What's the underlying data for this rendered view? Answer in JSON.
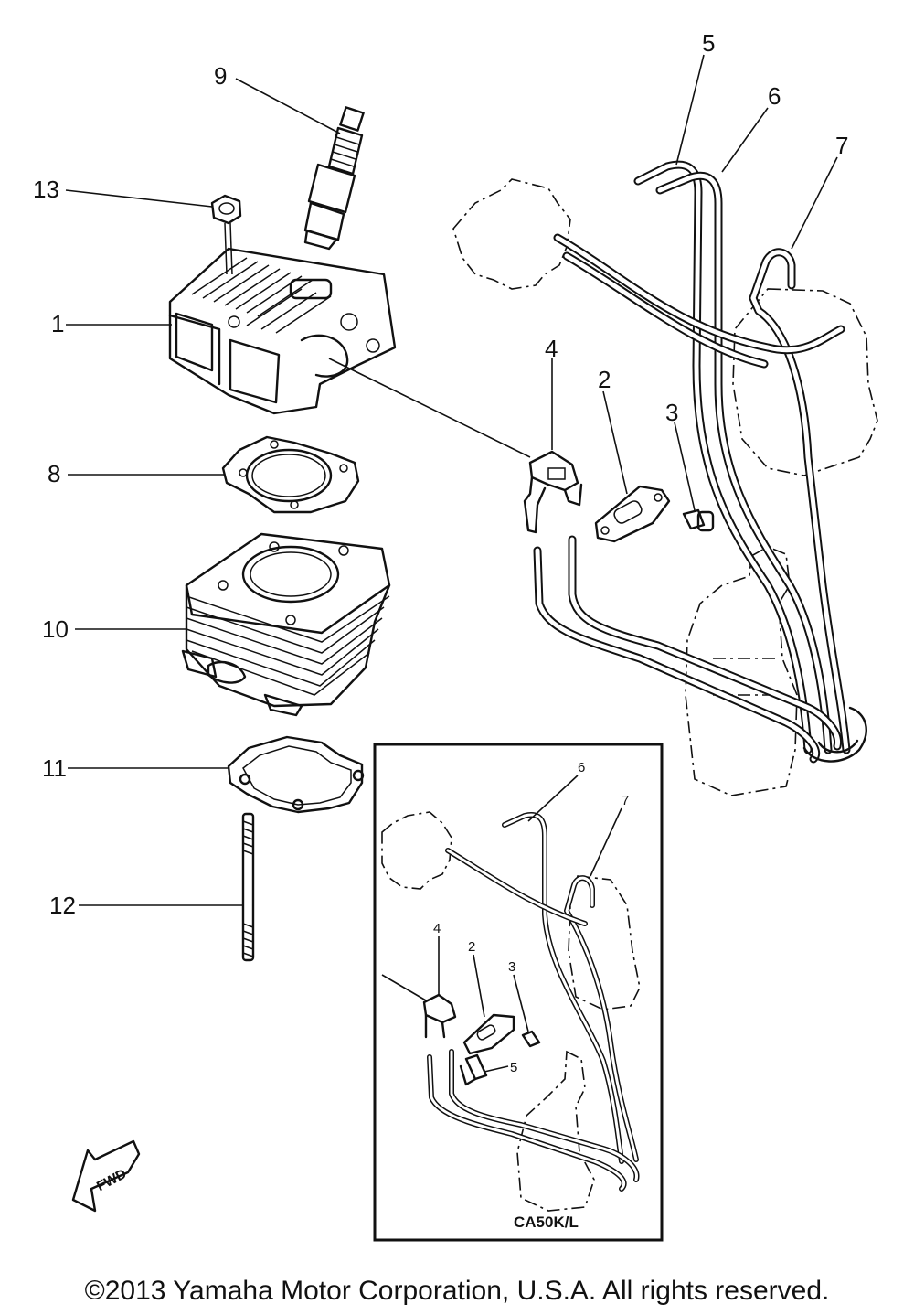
{
  "callouts": {
    "p1": "1",
    "p2": "2",
    "p3": "3",
    "p4": "4",
    "p5": "5",
    "p6": "6",
    "p7": "7",
    "p8": "8",
    "p9": "9",
    "p10": "10",
    "p11": "11",
    "p12": "12",
    "p13": "13"
  },
  "inset": {
    "caption": "CA50K/L",
    "callouts": {
      "p2": "2",
      "p3": "3",
      "p4": "4",
      "p5": "5",
      "p6": "6",
      "p7": "7"
    }
  },
  "fwd_label": "FWD",
  "copyright": "©2013 Yamaha Motor Corporation, U.S.A. All rights reserved."
}
